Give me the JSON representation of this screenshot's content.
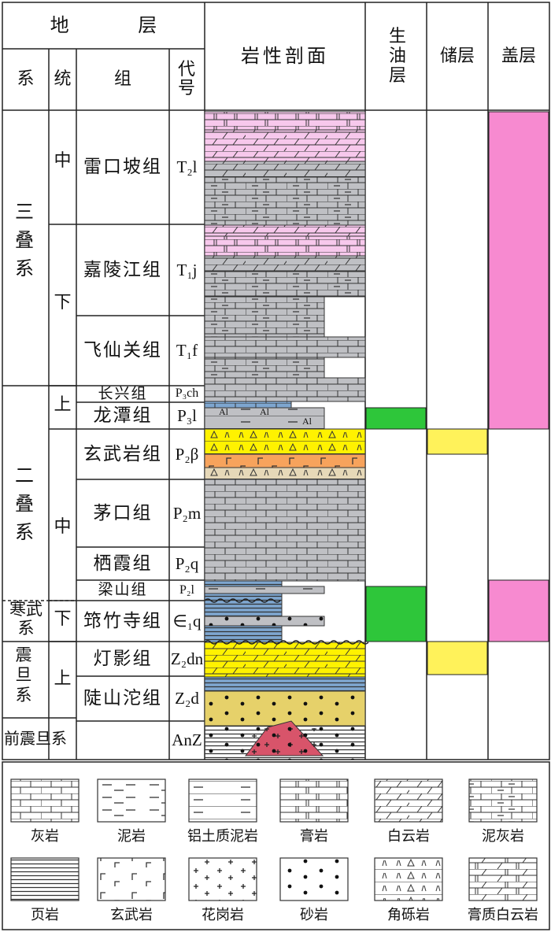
{
  "header": {
    "strata": "地 层",
    "system": "系",
    "series": "统",
    "formation": "组",
    "code": "代号",
    "lithology": "岩性剖面",
    "source": "生油层",
    "reservoir": "储层",
    "cap": "盖层"
  },
  "systems": [
    {
      "name": "三叠系"
    },
    {
      "name": "二叠系"
    },
    {
      "name": "寒武系"
    },
    {
      "name": "震旦系"
    },
    {
      "name": "前震旦系"
    }
  ],
  "series": [
    "中",
    "下",
    "上",
    "中",
    "下",
    "上"
  ],
  "formations": [
    {
      "name": "雷口坡组",
      "code": "T₂l"
    },
    {
      "name": "嘉陵江组",
      "code": "T₁j"
    },
    {
      "name": "飞仙关组",
      "code": "T₁f"
    },
    {
      "name": "长兴组",
      "code": "P₃ch"
    },
    {
      "name": "龙潭组",
      "code": "P₃l"
    },
    {
      "name": "玄武岩组",
      "code": "P₂β"
    },
    {
      "name": "茅口组",
      "code": "P₂m"
    },
    {
      "name": "栖霞组",
      "code": "P₂q"
    },
    {
      "name": "梁山组",
      "code": "P₂l"
    },
    {
      "name": "筇竹寺组",
      "code": "∈₁q"
    },
    {
      "name": "灯影组",
      "code": "Z₂dn"
    },
    {
      "name": "陡山沱组",
      "code": "Z₂d"
    },
    {
      "name": "",
      "code": "AnZ"
    }
  ],
  "legend": [
    {
      "label": "灰岩",
      "icon": "limestone-pattern"
    },
    {
      "label": "泥岩",
      "icon": "mudstone-pattern"
    },
    {
      "label": "铝土质泥岩",
      "icon": "bauxitic-mudstone-pattern"
    },
    {
      "label": "膏岩",
      "icon": "gypsum-pattern"
    },
    {
      "label": "白云岩",
      "icon": "dolomite-pattern"
    },
    {
      "label": "泥灰岩",
      "icon": "marl-pattern"
    },
    {
      "label": "页岩",
      "icon": "shale-pattern"
    },
    {
      "label": "玄武岩",
      "icon": "basalt-pattern"
    },
    {
      "label": "花岗岩",
      "icon": "granite-pattern"
    },
    {
      "label": "砂岩",
      "icon": "sandstone-pattern"
    },
    {
      "label": "角砾岩",
      "icon": "breccia-pattern"
    },
    {
      "label": "膏质白云岩",
      "icon": "gypsum-dolomite-pattern"
    }
  ],
  "lith_labels": {
    "al": "Al"
  },
  "colors": {
    "grey": "#bfc0c4",
    "pink": "#f7c8ec",
    "yellow": "#fff200",
    "orange": "#f7a35c",
    "tan": "#e6d8b8",
    "blue": "#7ea6cf",
    "sand": "#e6d16a",
    "source_green": "#2ec63a",
    "reservoir_yellow": "#fff25a",
    "cap_pink": "#f78ad0",
    "granite_red": "#d8546a"
  }
}
